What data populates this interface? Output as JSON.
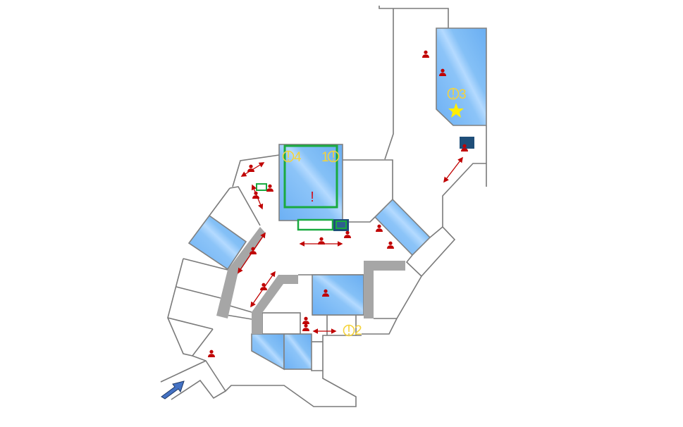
{
  "map": {
    "markers": [
      {
        "id": "4",
        "label": "4",
        "type": "alert"
      },
      {
        "id": "1",
        "label": "1",
        "type": "alert"
      },
      {
        "id": "2",
        "label": "2",
        "type": "alert"
      },
      {
        "id": "3",
        "label": "3",
        "type": "alert"
      }
    ],
    "alert_glyph": "!",
    "room_warning": "!",
    "icons": {
      "person": "person-icon",
      "star": "star-icon",
      "entrance": "entrance-arrow-icon"
    },
    "colors": {
      "glass": "#74b4f4",
      "wall": "#7a7a7a",
      "highlight": "#1aaa40",
      "person": "#c00000",
      "alert": "#f5d33a",
      "star": "#ffee00",
      "navy": "#1f4e79",
      "entrance": "#4472c4"
    }
  }
}
